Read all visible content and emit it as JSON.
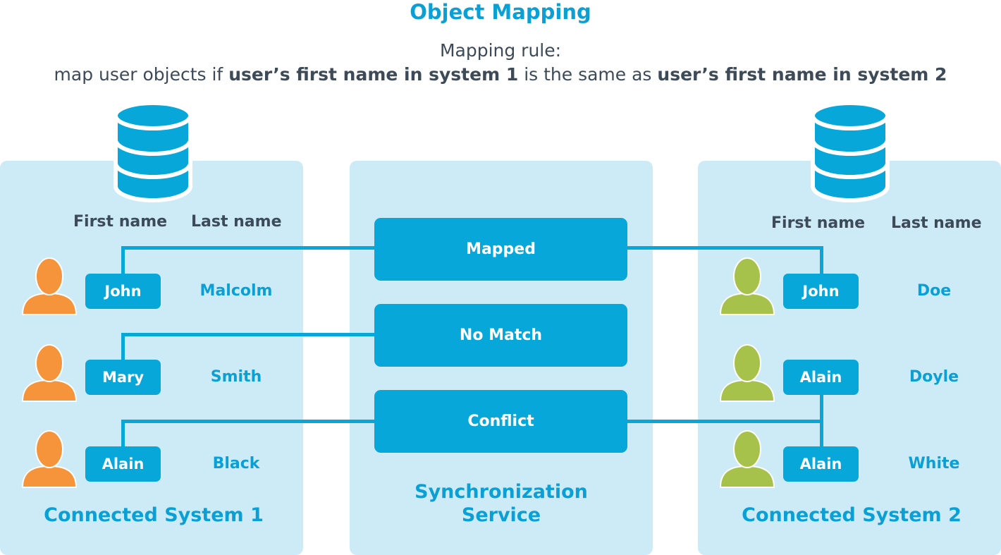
{
  "title": "Object Mapping",
  "rule": {
    "line1": "Mapping rule:",
    "prefix": "map user objects if ",
    "bold1": "user’s first name in system 1",
    "middle": " is the same as ",
    "bold2": "user’s first name in system 2"
  },
  "system1": {
    "label": "Connected System 1",
    "col_first": "First name",
    "col_last": "Last name",
    "users": [
      {
        "first": "John",
        "last": "Malcolm"
      },
      {
        "first": "Mary",
        "last": "Smith"
      },
      {
        "first": "Alain",
        "last": "Black"
      }
    ]
  },
  "service": {
    "label_line1": "Synchronization",
    "label_line2": "Service",
    "statuses": [
      "Mapped",
      "No Match",
      "Conflict"
    ]
  },
  "system2": {
    "label": "Connected System 2",
    "col_first": "First name",
    "col_last": "Last name",
    "users": [
      {
        "first": "John",
        "last": "Doe"
      },
      {
        "first": "Alain",
        "last": "Doyle"
      },
      {
        "first": "Alain",
        "last": "White"
      }
    ]
  },
  "colors": {
    "accent": "#07a7da",
    "panel": "#cdebf7",
    "text_dark": "#3d4a58",
    "user1": "#f5943a",
    "user2": "#a7c24a"
  },
  "icons": [
    "database-icon",
    "user-icon"
  ]
}
